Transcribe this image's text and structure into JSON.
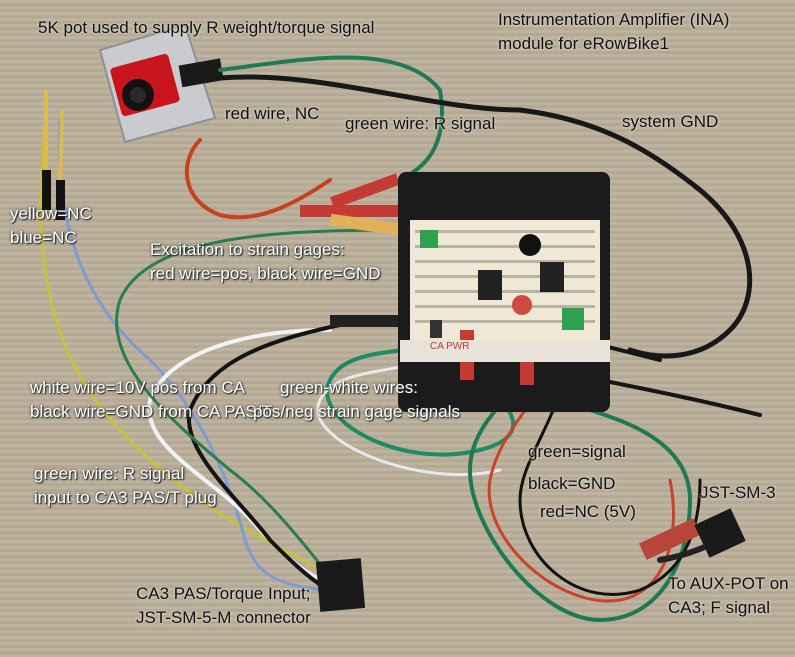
{
  "labels": {
    "pot": "5K pot used to supply R weight/torque signal",
    "ina_line1": "Instrumentation Amplifier (INA)",
    "ina_line2": "module for eRowBike1",
    "red_nc": "red wire, NC",
    "green_r": "green wire: R signal",
    "system_gnd": "system GND",
    "yellow_nc": "yellow=NC",
    "blue_nc": "blue=NC",
    "excitation_line1": "Excitation to strain gages:",
    "excitation_line2": "red wire=pos, black wire=GND",
    "white_wire": "white wire=10V pos from CA",
    "black_wire": "black wire=GND from CA PAS/T",
    "green_white": "green-white wires:",
    "strain_signals": "pos/neg strain gage signals",
    "green_r_input_line1": "green wire: R signal",
    "green_r_input_line2": "input to CA3 PAS/T plug",
    "green_signal": "green=signal",
    "black_gnd": "black=GND",
    "red_nc_5v": "red=NC (5V)",
    "jst_sm3": "JST-SM-3",
    "ca3_line1": "CA3 PAS/Torque Input;",
    "ca3_line2": "JST-SM-5-M connector",
    "aux_line1": "To AUX-POT on",
    "aux_line2": "CA3; F signal"
  },
  "board_silkscreen": "CA PWR"
}
